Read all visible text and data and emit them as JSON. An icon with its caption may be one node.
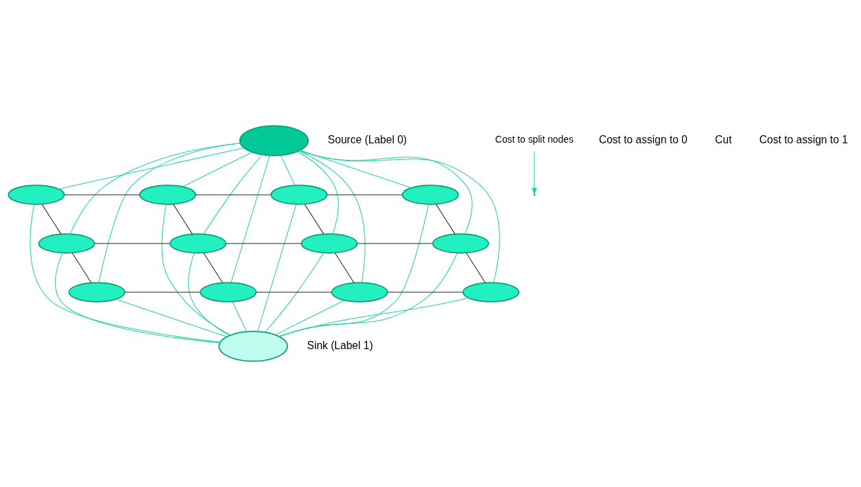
{
  "diagram": {
    "nodes": [
      {
        "text": [],
        "shape": "ellipse",
        "beside": [
          "Source (Label 0)"
        ]
      },
      {
        "text": [],
        "shape": "ellipse"
      },
      {
        "text": [],
        "shape": "ellipse"
      },
      {
        "text": [],
        "shape": "ellipse"
      },
      {
        "text": [],
        "shape": "ellipse"
      },
      {
        "text": [],
        "shape": "ellipse"
      },
      {
        "text": [],
        "shape": "ellipse"
      },
      {
        "text": [],
        "shape": "ellipse"
      },
      {
        "text": [],
        "shape": "ellipse"
      },
      {
        "text": [],
        "shape": "ellipse"
      },
      {
        "text": [],
        "shape": "ellipse"
      },
      {
        "text": [],
        "shape": "ellipse"
      },
      {
        "text": [],
        "shape": "ellipse"
      },
      {
        "text": [],
        "shape": "ellipse",
        "beside": [
          "Sink (Label 1)"
        ]
      },
      {
        "text": [
          "Cost to split nodes"
        ]
      }
    ],
    "edges": [
      {
        "from": 0,
        "to": 1,
        "arrow": "none"
      },
      {
        "from": 0,
        "to": 2,
        "arrow": "none"
      },
      {
        "from": 0,
        "to": 3,
        "arrow": "none"
      },
      {
        "from": 0,
        "to": 4,
        "arrow": "none"
      },
      {
        "from": 0,
        "to": 5,
        "arrow": "none"
      },
      {
        "from": 0,
        "to": 6,
        "arrow": "none"
      },
      {
        "from": 0,
        "to": 7,
        "arrow": "none"
      },
      {
        "from": 0,
        "to": 8,
        "arrow": "none"
      },
      {
        "from": 0,
        "to": 9,
        "arrow": "none"
      },
      {
        "from": 0,
        "to": 10,
        "arrow": "none"
      },
      {
        "from": 0,
        "to": 11,
        "arrow": "none"
      },
      {
        "from": 0,
        "to": 12,
        "arrow": "none"
      },
      {
        "from": 1,
        "to": 2,
        "arrow": "none",
        "color": "#222222"
      },
      {
        "from": 2,
        "to": 3,
        "arrow": "none",
        "color": "#222222"
      },
      {
        "from": 3,
        "to": 4,
        "arrow": "none",
        "color": "#222222"
      },
      {
        "from": 5,
        "to": 6,
        "arrow": "none",
        "color": "#222222"
      },
      {
        "from": 6,
        "to": 7,
        "arrow": "none",
        "color": "#222222"
      },
      {
        "from": 7,
        "to": 8,
        "arrow": "none",
        "color": "#222222"
      },
      {
        "from": 9,
        "to": 10,
        "arrow": "none",
        "color": "#222222"
      },
      {
        "from": 10,
        "to": 11,
        "arrow": "none",
        "color": "#222222"
      },
      {
        "from": 11,
        "to": 12,
        "arrow": "none",
        "color": "#222222"
      },
      {
        "from": 1,
        "to": 5,
        "arrow": "none",
        "color": "#222222"
      },
      {
        "from": 2,
        "to": 6,
        "arrow": "none",
        "color": "#222222"
      },
      {
        "from": 3,
        "to": 7,
        "arrow": "none",
        "color": "#222222"
      },
      {
        "from": 4,
        "to": 8,
        "arrow": "none",
        "color": "#222222"
      },
      {
        "from": 5,
        "to": 9,
        "arrow": "none",
        "color": "#222222"
      },
      {
        "from": 6,
        "to": 10,
        "arrow": "none",
        "color": "#222222"
      },
      {
        "from": 7,
        "to": 11,
        "arrow": "none",
        "color": "#222222"
      },
      {
        "from": 8,
        "to": 12,
        "arrow": "none",
        "color": "#222222"
      },
      {
        "from": 1,
        "to": 13,
        "arrow": "none"
      },
      {
        "from": 2,
        "to": 13,
        "arrow": "none"
      },
      {
        "from": 3,
        "to": 13,
        "arrow": "none"
      },
      {
        "from": 4,
        "to": 13,
        "arrow": "none"
      },
      {
        "from": 5,
        "to": 13,
        "arrow": "none"
      },
      {
        "from": 6,
        "to": 13,
        "arrow": "none"
      },
      {
        "from": 7,
        "to": 13,
        "arrow": "none"
      },
      {
        "from": 8,
        "to": 13,
        "arrow": "none"
      },
      {
        "from": 9,
        "to": 13,
        "arrow": "none"
      },
      {
        "from": 10,
        "to": 13,
        "arrow": "none"
      },
      {
        "from": 11,
        "to": 13,
        "arrow": "none"
      },
      {
        "from": 12,
        "to": 13,
        "arrow": "none"
      },
      {
        "from": 14,
        "to": null,
        "arrow": "to"
      }
    ],
    "labels": [
      "Cost to assign to 0",
      "Cut",
      "Cost to assign to 1"
    ]
  }
}
